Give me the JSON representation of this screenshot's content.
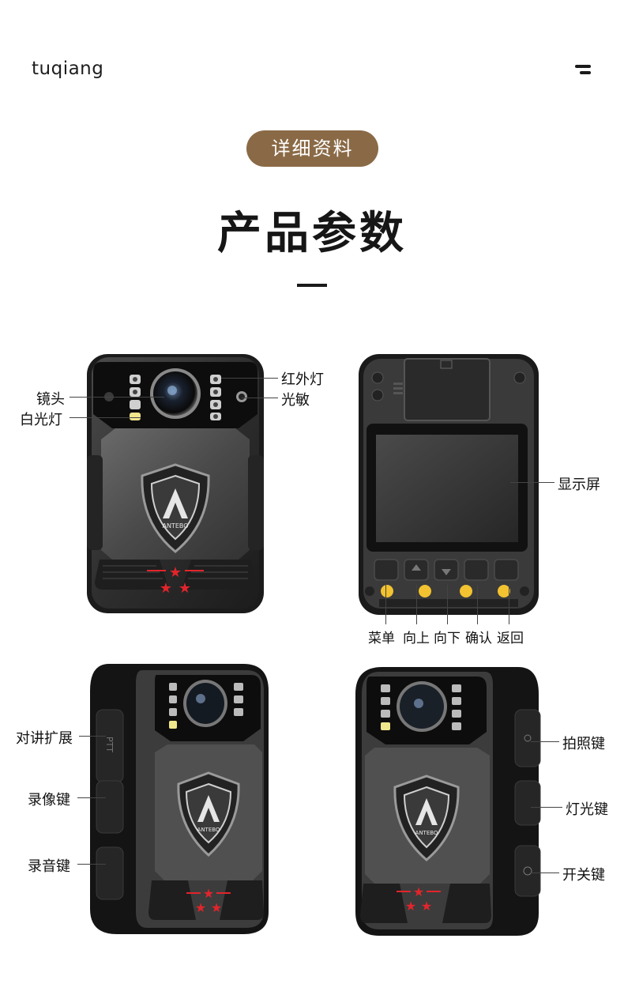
{
  "header": {
    "brand": "tuqiang"
  },
  "section": {
    "pill": "详细资料",
    "title": "产品参数"
  },
  "front_view": {
    "labels": {
      "lens": "镜头",
      "white_light": "白光灯",
      "ir_light": "红外灯",
      "light_sensor": "光敏"
    },
    "badge_text": "ANTEBO"
  },
  "back_view": {
    "labels": {
      "screen": "显示屏",
      "buttons": [
        "菜单",
        "向上",
        "向下",
        "确认",
        "返回"
      ]
    }
  },
  "left_side_view": {
    "labels": {
      "ptt": "对讲扩展",
      "video_key": "录像键",
      "audio_key": "录音键"
    },
    "badge_text": "ANTEBO",
    "ptt_engraving": "PTT"
  },
  "right_side_view": {
    "labels": {
      "photo_key": "拍照键",
      "light_key": "灯光键",
      "power_key": "开关键"
    },
    "badge_text": "ANTEBO"
  },
  "colors": {
    "pill_bg": "#8a6a46",
    "star_red": "#e3242b",
    "button_yellow": "#f2c230",
    "body_dark": "#2b2b2b"
  }
}
